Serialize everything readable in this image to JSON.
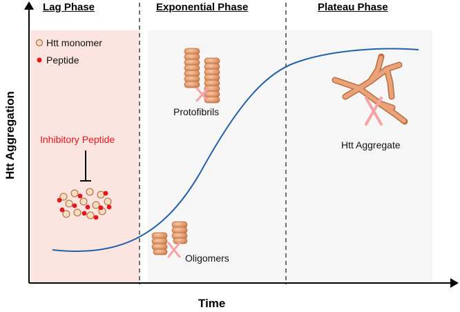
{
  "phases": {
    "lag": "Lag Phase",
    "exponential": "Exponential Phase",
    "plateau": "Plateau Phase"
  },
  "axes": {
    "y_label": "Htt Aggregation",
    "x_label": "Time"
  },
  "legend": {
    "monomer": "Htt monomer",
    "peptide": "Peptide"
  },
  "annotations": {
    "inhibitory_peptide": "Inhibitory Peptide",
    "oligomers": "Oligomers",
    "protofibrils": "Protofibrils",
    "htt_aggregate": "Htt Aggregate"
  },
  "colors": {
    "lag_bg": "#fce4e0",
    "phase_bg": "#f6f6f6",
    "curve": "#1f5fa8",
    "peptide": "#e8141c",
    "monomer": "#f3dcc0",
    "protein": "#e39a6e",
    "x_mark": "#f5a3a6",
    "inhibitor_text": "#e8141c"
  }
}
